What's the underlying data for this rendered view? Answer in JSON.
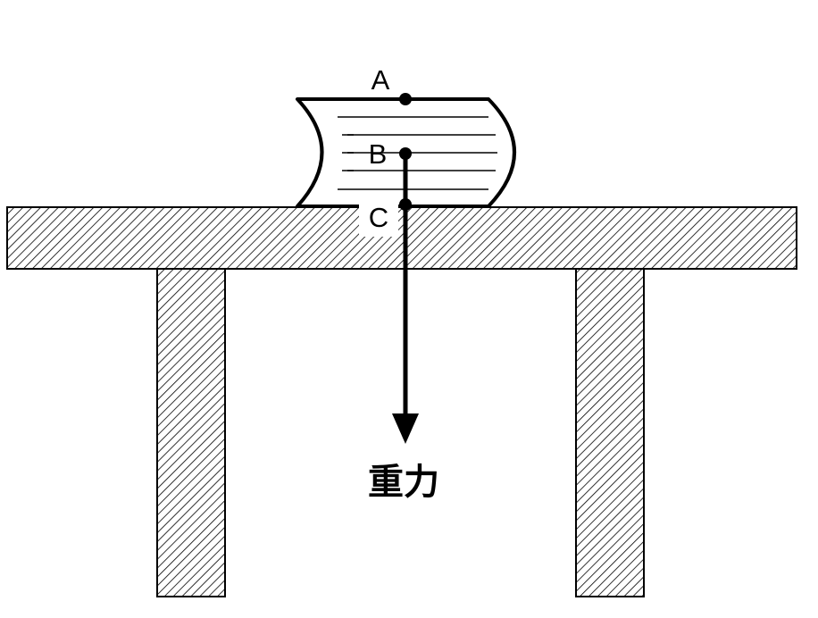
{
  "points": {
    "a": "A",
    "b": "B",
    "c": "C"
  },
  "force": {
    "label": "重力"
  },
  "colors": {
    "line": "#000000",
    "hatch": "#000000",
    "background": "#ffffff"
  }
}
